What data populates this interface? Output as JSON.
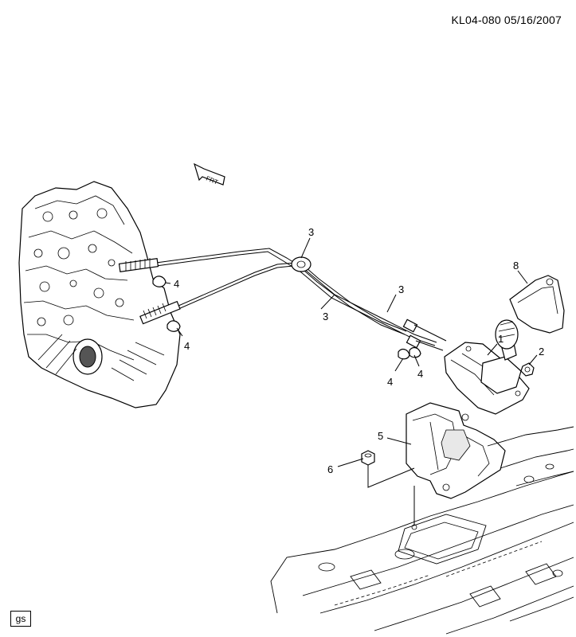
{
  "header": {
    "drawing_code": "KL04-080  05/16/2007"
  },
  "corner_label": "gs",
  "front_arrow": {
    "text": "FRT",
    "icon": "front-direction-arrow-icon"
  },
  "callouts": {
    "c1": "1",
    "c2": "2",
    "c3a": "3",
    "c3b": "3",
    "c3c": "3",
    "c4a": "4",
    "c4b": "4",
    "c4c": "4",
    "c4d": "4",
    "c5": "5",
    "c6": "6",
    "c8": "8"
  }
}
